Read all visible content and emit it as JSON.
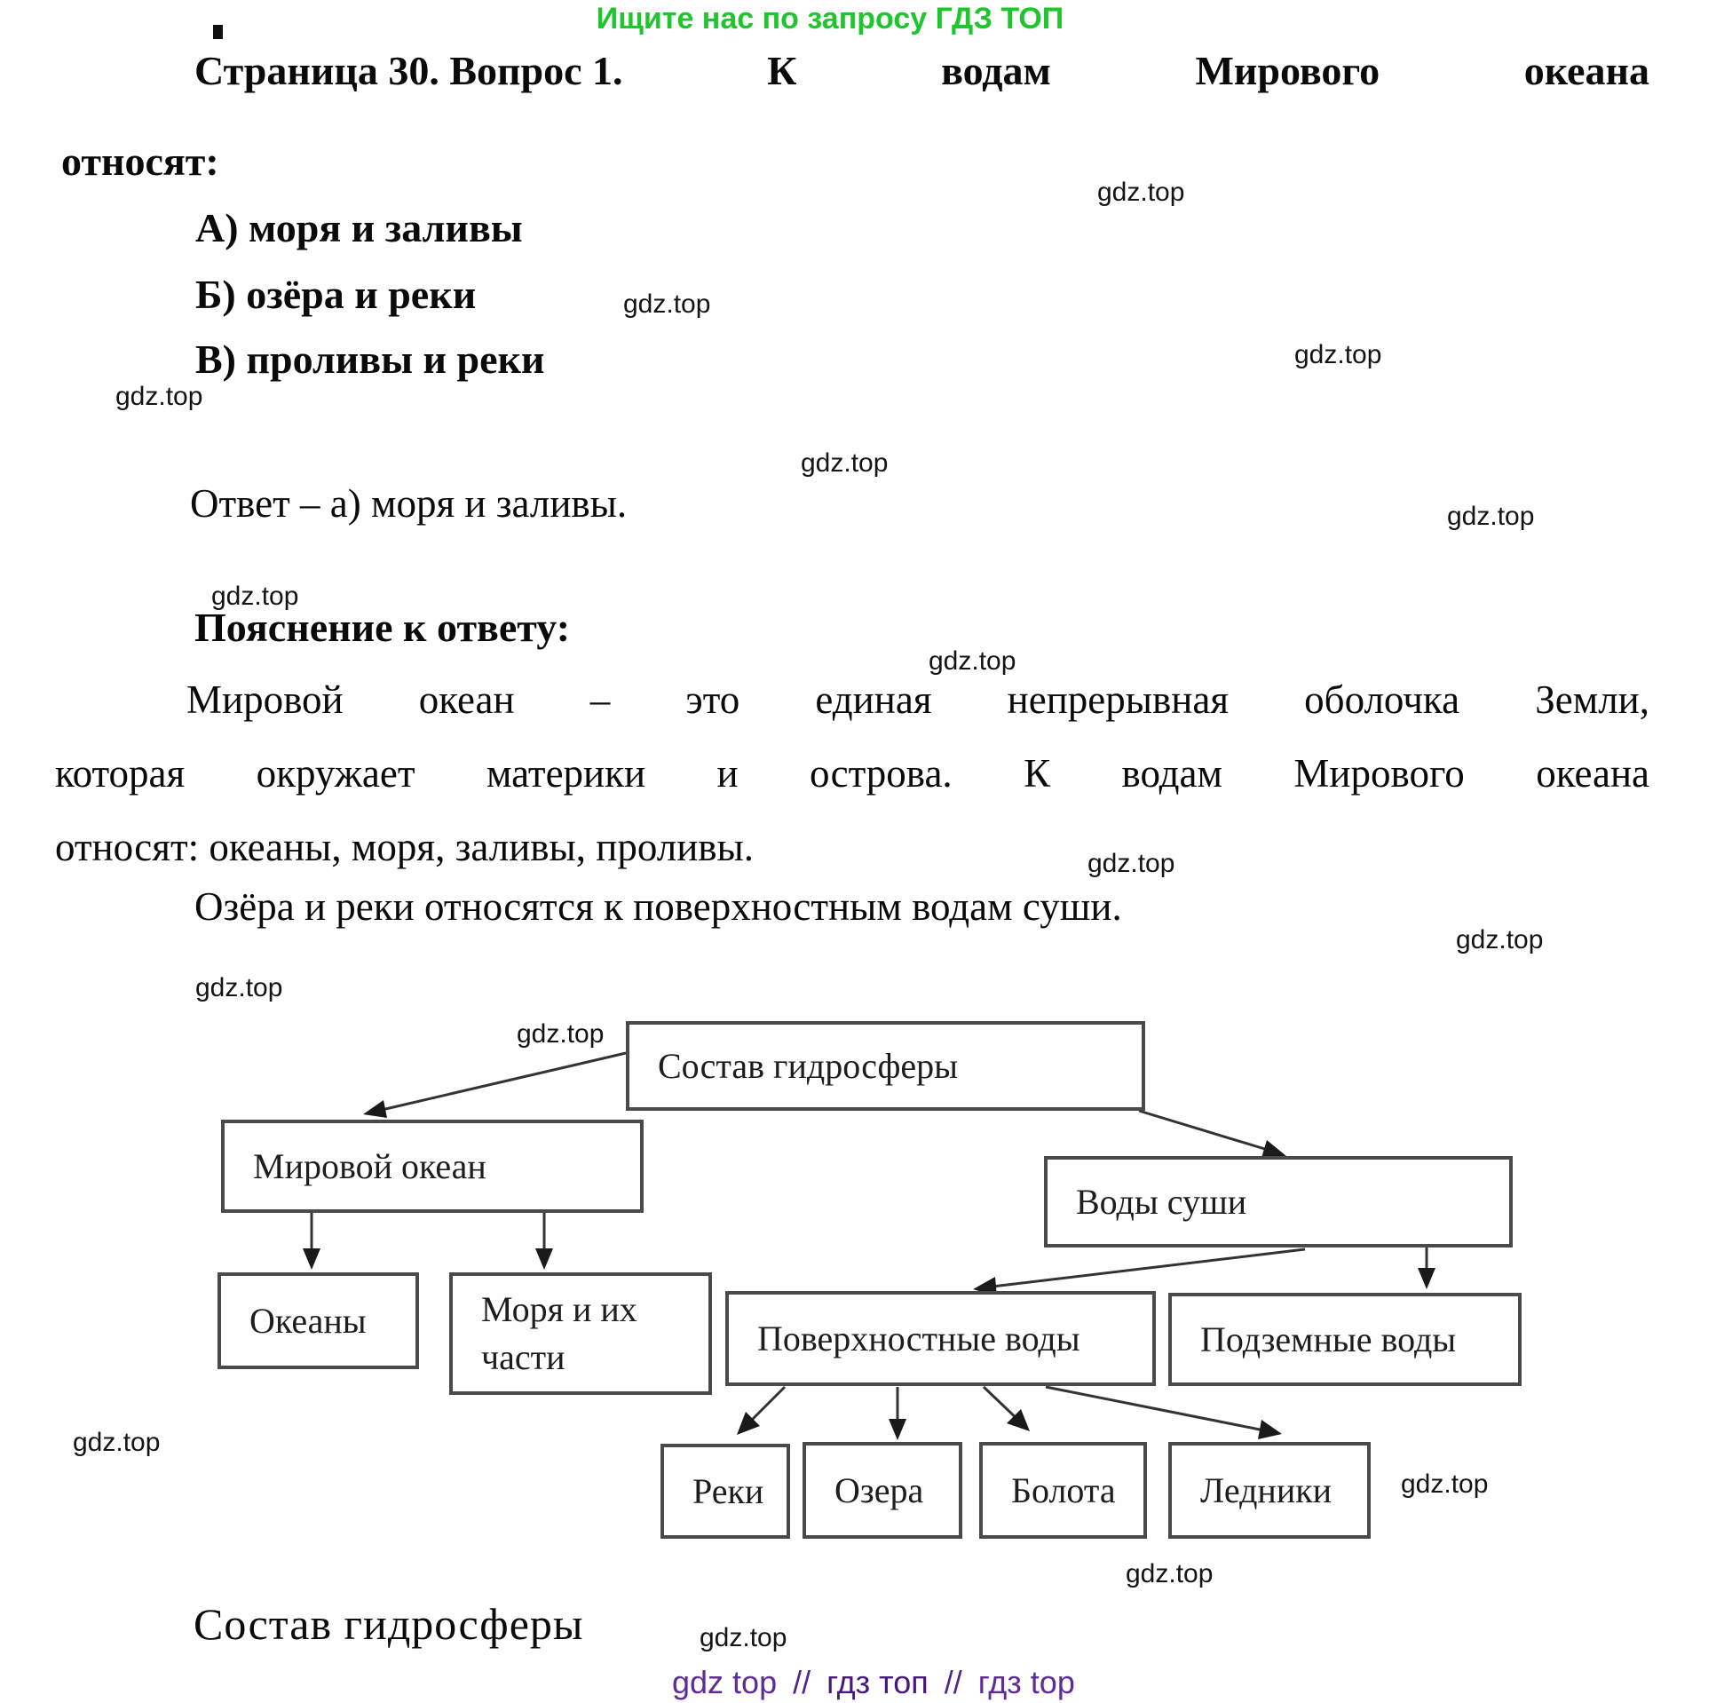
{
  "promo": {
    "text": "Ищите нас по запросу ГДЗ ТОП"
  },
  "watermark": {
    "label": "gdz.top"
  },
  "question": {
    "title_parts": [
      "Страница 30. Вопрос 1.",
      "К",
      "водам",
      "Мирового",
      "океана"
    ],
    "title_line2": "относят:",
    "options": [
      {
        "label": "А) моря и заливы"
      },
      {
        "label": "Б) озёра и реки"
      },
      {
        "label": "В) проливы и реки"
      }
    ]
  },
  "answer": {
    "text": "Ответ – а) моря и заливы."
  },
  "explanation": {
    "heading": "Пояснение к ответу:",
    "line1_words": [
      "Мировой",
      "океан",
      "–",
      "это",
      "единая",
      "непрерывная",
      "оболочка",
      "Земли,"
    ],
    "line2_words": [
      "которая",
      "окружает",
      "материки",
      "и",
      "острова.",
      "К",
      "водам",
      "Мирового",
      "океана"
    ],
    "line3": "относят: океаны, моря, заливы, проливы.",
    "line4": "Озёра и реки относятся к поверхностным водам суши."
  },
  "diagram": {
    "nodes": {
      "root": "Состав гидросферы",
      "ocean": "Мировой океан",
      "land": "Воды суши",
      "oceans": "Океаны",
      "seas": "Моря и их части",
      "surface": "Поверхностные воды",
      "underground": "Подземные воды",
      "rivers": "Реки",
      "lakes": "Озера",
      "swamps": "Болота",
      "glaciers": "Ледники"
    },
    "caption": "Состав гидросферы"
  },
  "footer": {
    "part1": "gdz top",
    "sep1": "//",
    "part2": "гдз топ",
    "sep2": "//",
    "part3": "гдз top"
  },
  "colors": {
    "promo_green": "#1ec52d",
    "footer_purple": "#5e2b97",
    "footer_purple_dark": "#46187f",
    "box_border": "#4a4a4a"
  }
}
